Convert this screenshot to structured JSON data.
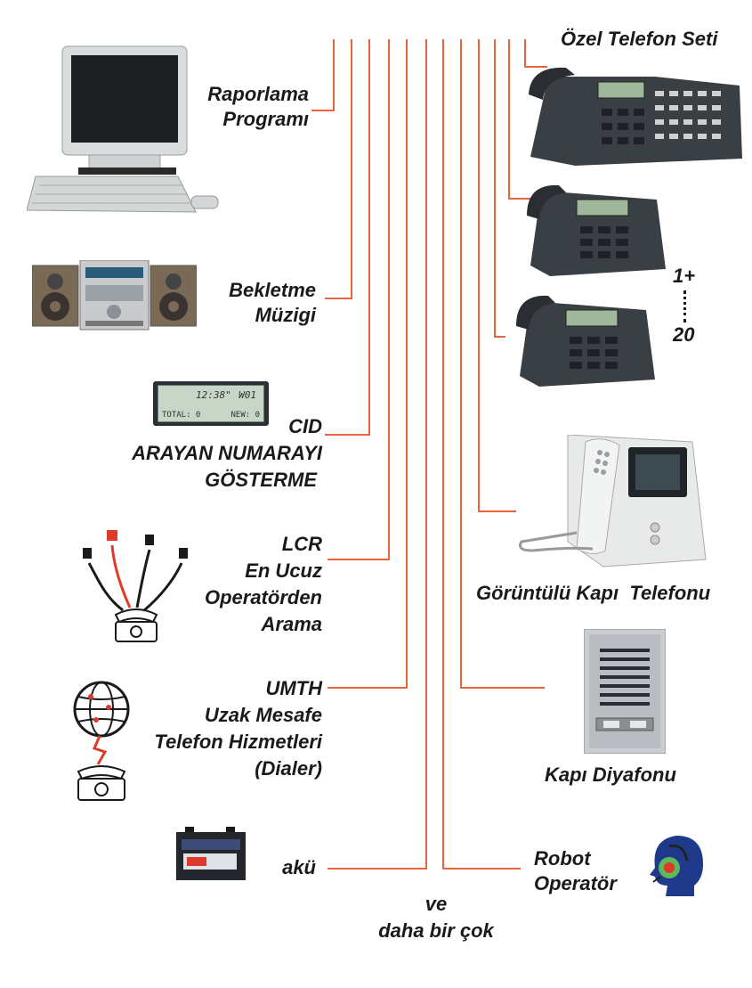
{
  "left_labels": {
    "raporlama": [
      "Raporlama",
      "Programı"
    ],
    "bekletme": [
      "Bekletme",
      "Müzigi"
    ],
    "cid": [
      "CID",
      "ARAYAN NUMARAYI",
      "GÖSTERME"
    ],
    "lcr": [
      "LCR",
      "En Ucuz",
      "Operatörden",
      "Arama"
    ],
    "umth": [
      "UMTH",
      "Uzak Mesafe",
      "Telefon Hizmetleri",
      "(Dialer)"
    ],
    "aku": "akü"
  },
  "right_labels": {
    "ozel": "Özel Telefon Seti",
    "count_top": "1+",
    "count_bottom": "20",
    "goruntulu": "Görüntülü Kapı  Telefonu",
    "diyafon": "Kapı Diyafonu",
    "robot": [
      "Robot",
      "Operatör"
    ]
  },
  "footer": [
    "ve",
    "daha bir çok"
  ],
  "cid_display": {
    "time": "12:38\"",
    "slot": "W01",
    "total": "TOTAL: 0",
    "new": "NEW: 0"
  },
  "colors": {
    "line": "#e8643c",
    "text": "#1a1a1a"
  }
}
